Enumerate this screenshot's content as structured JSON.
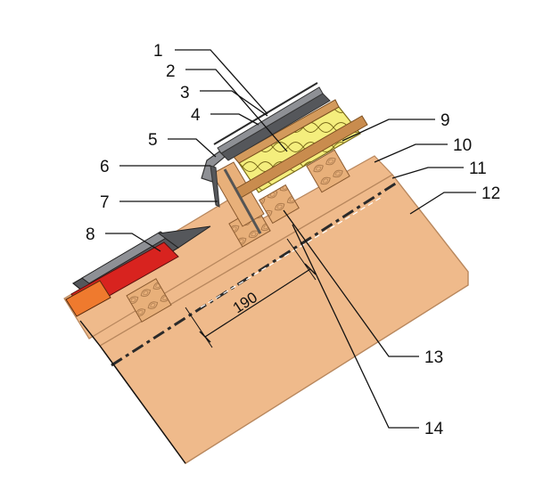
{
  "callouts": [
    {
      "id": "c1",
      "label": "1"
    },
    {
      "id": "c2",
      "label": "2"
    },
    {
      "id": "c3",
      "label": "3"
    },
    {
      "id": "c4",
      "label": "4"
    },
    {
      "id": "c5",
      "label": "5"
    },
    {
      "id": "c6",
      "label": "6"
    },
    {
      "id": "c7",
      "label": "7"
    },
    {
      "id": "c8",
      "label": "8"
    },
    {
      "id": "c9",
      "label": "9"
    },
    {
      "id": "c10",
      "label": "10"
    },
    {
      "id": "c11",
      "label": "11"
    },
    {
      "id": "c12",
      "label": "12"
    },
    {
      "id": "c13",
      "label": "13"
    },
    {
      "id": "c14",
      "label": "14"
    }
  ],
  "dimension": {
    "value": "190"
  },
  "colors": {
    "clt": "#efba8b",
    "clt_edge": "#b8875d",
    "insulation": "#f4ee7d",
    "batten": "#e8b07a",
    "roofing_dark": "#55575b",
    "roofing_light": "#8e9095",
    "fascia_red": "#d8231f",
    "fascia_orange": "#ef7a2e",
    "line": "#111111"
  }
}
